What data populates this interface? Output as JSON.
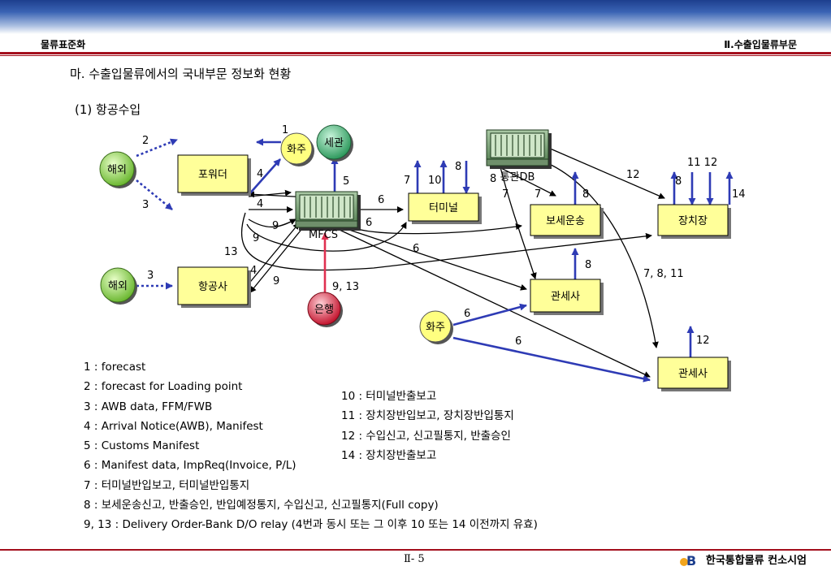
{
  "header": {
    "left": "물류표준화",
    "right": "Ⅱ.수출입물류부문"
  },
  "section_title": "마. 수출입물류에서의 국내부문 정보화 현황",
  "sub_title": "(1) 항공수입",
  "nodes": {
    "overseas_top": "해외",
    "overseas_bottom": "해외",
    "forwarder": "포워더",
    "airline": "항공사",
    "shipper_top": "화주",
    "customs_circle": "세관",
    "mfcs_label": "MFCS",
    "bank": "은행",
    "customs_db_label": "통관DB",
    "terminal": "터미널",
    "bonded_transport": "보세운송",
    "storage_yard": "장치장",
    "broker_center": "관세사",
    "shipper_bottom": "화주",
    "broker_bottom": "관세사"
  },
  "arrow_labels": {
    "l1": "1",
    "l2": "2",
    "l3_top": "3",
    "l3_bottom": "3",
    "l4_forwarder": "4",
    "l4_mfcs_in": "4",
    "l4_airline": "4",
    "l5": "5",
    "l6_terminal": "6",
    "l6_bonded": "6",
    "l6_broker": "6",
    "l6_shipper_broker": "6",
    "l6_shipper_bottom": "6",
    "l7_terminal": "7",
    "l7_db_left": "7",
    "l7_db_right": "7",
    "l8_terminal": "8",
    "l8_db": "8",
    "l8_bonded": "8",
    "l8_broker": "8",
    "l8_yard": "8",
    "l9_forwarder": "9",
    "l9_left": "9",
    "l9_airline": "9",
    "l10": "10",
    "l11_12": "11 12",
    "l12_db": "12",
    "l12_broker": "12",
    "l13": "13",
    "l14": "14",
    "l9_13_bank": "9, 13",
    "l7_8_11": "7, 8, 11"
  },
  "legend_left": [
    "1 : forecast",
    "2 : forecast for Loading point",
    "3 : AWB data, FFM/FWB",
    "4 : Arrival Notice(AWB), Manifest",
    "5 : Customs Manifest",
    "6 : Manifest data, ImpReq(Invoice, P/L)",
    "7 : 터미널반입보고, 터미널반입통지",
    "8 : 보세운송신고, 반출승인, 반입예정통지, 수입신고, 신고필통지(Full copy)",
    "9, 13 : Delivery Order-Bank D/O relay (4번과 동시 또는 그 이후 10 또는 14 이전까지 유효)"
  ],
  "legend_right": [
    "10 : 터미널반출보고",
    "11 : 장치장반입보고, 장치장반입통지",
    "12 : 수입신고, 신고필통지, 반출승인",
    "14 : 장치장반출보고"
  ],
  "footer": {
    "page": "Ⅱ- 5",
    "org": "한국통합물류 컨소시엄"
  },
  "colors": {
    "accent_red": "#a30f1d",
    "node_yellow": "#ffff99",
    "blue_arrow": "#2e3bb5",
    "red_arrow": "#e03050",
    "green_circle": "#3fa66a",
    "lime_circle": "#8fd14f",
    "red_circle": "#d9253a"
  }
}
